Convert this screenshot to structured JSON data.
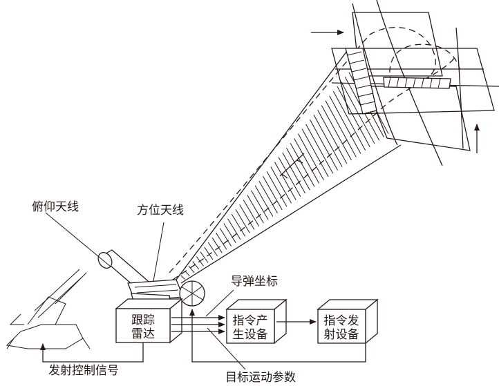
{
  "labels": {
    "pitch_antenna": "俯仰天线",
    "azimuth_antenna": "方位天线",
    "missile_coords": "导弹坐标",
    "target_motion_params": "目标运动参数",
    "launch_control_signal": "发射控制信号"
  },
  "boxes": {
    "tracking_radar": {
      "line1": "跟踪",
      "line2": "雷达"
    },
    "command_generator": {
      "line1": "指令产",
      "line2": "生设备"
    },
    "command_transmitter": {
      "line1": "指令发",
      "line2": "射设备"
    }
  }
}
